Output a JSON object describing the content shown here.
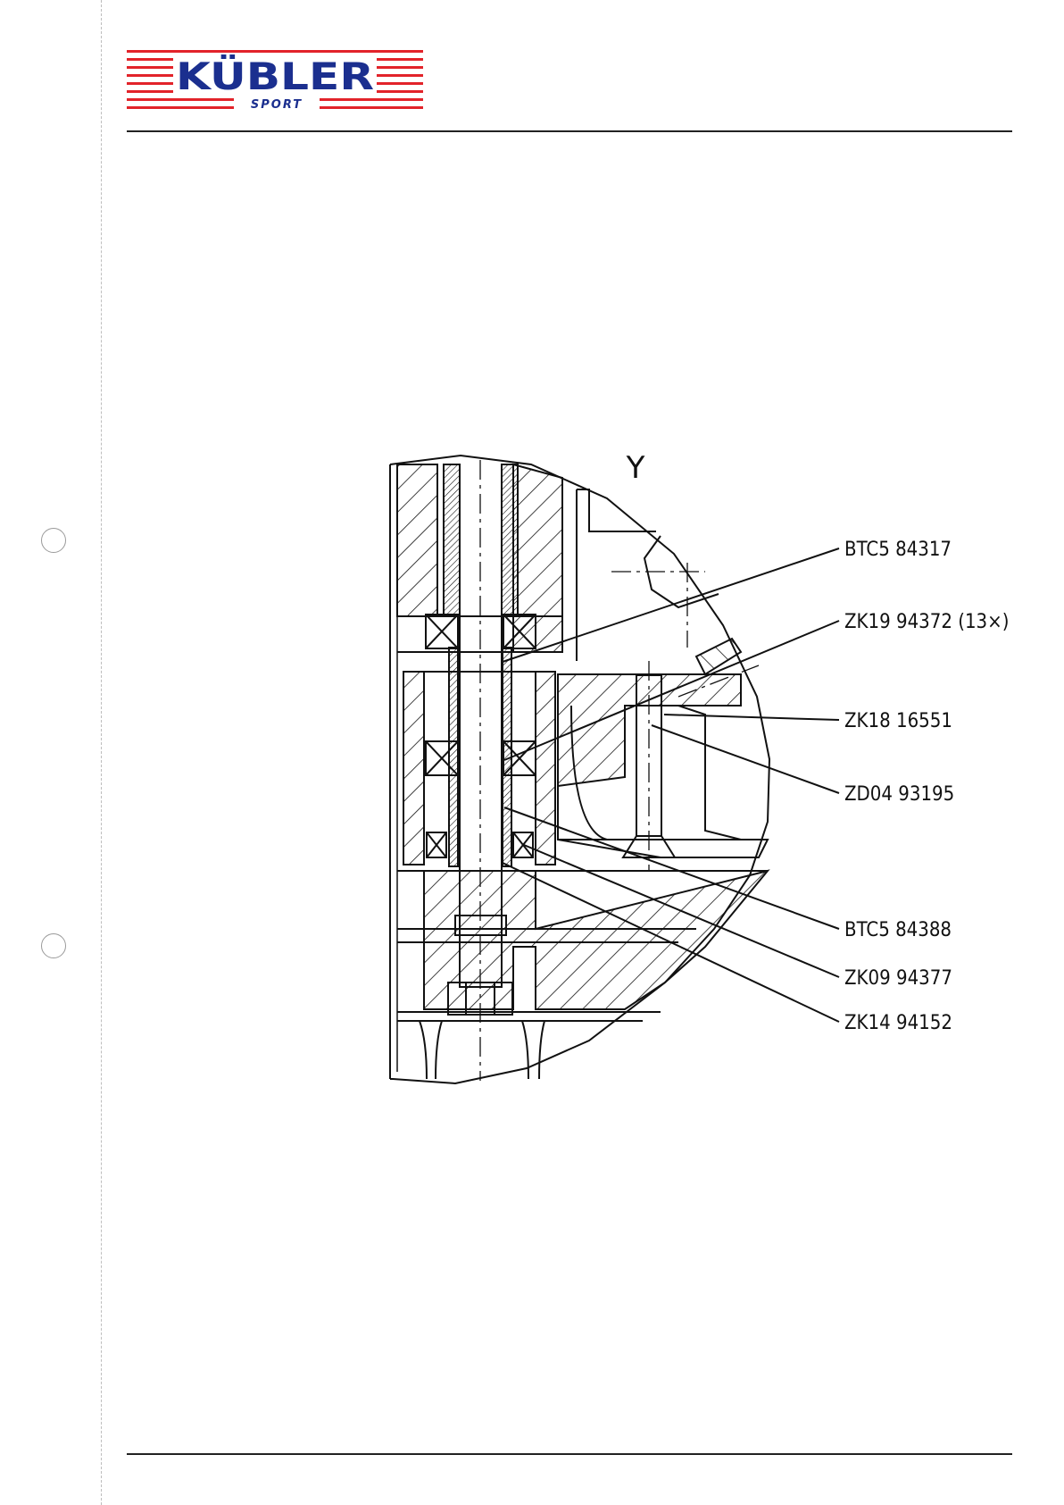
{
  "header": {
    "logo": {
      "brand": "KÜBLER",
      "sub": "SPORT"
    },
    "colors": {
      "brand_blue": "#1b2f8f",
      "stripe_red": "#e2232a"
    }
  },
  "drawing": {
    "view_label": "Y",
    "callouts": [
      "BTC5 84317",
      "ZK19 94372 (13×)",
      "ZK18 16551",
      "ZD04 93195",
      "BTC5 84388",
      "ZK09 94377",
      "ZK14 94152"
    ]
  }
}
